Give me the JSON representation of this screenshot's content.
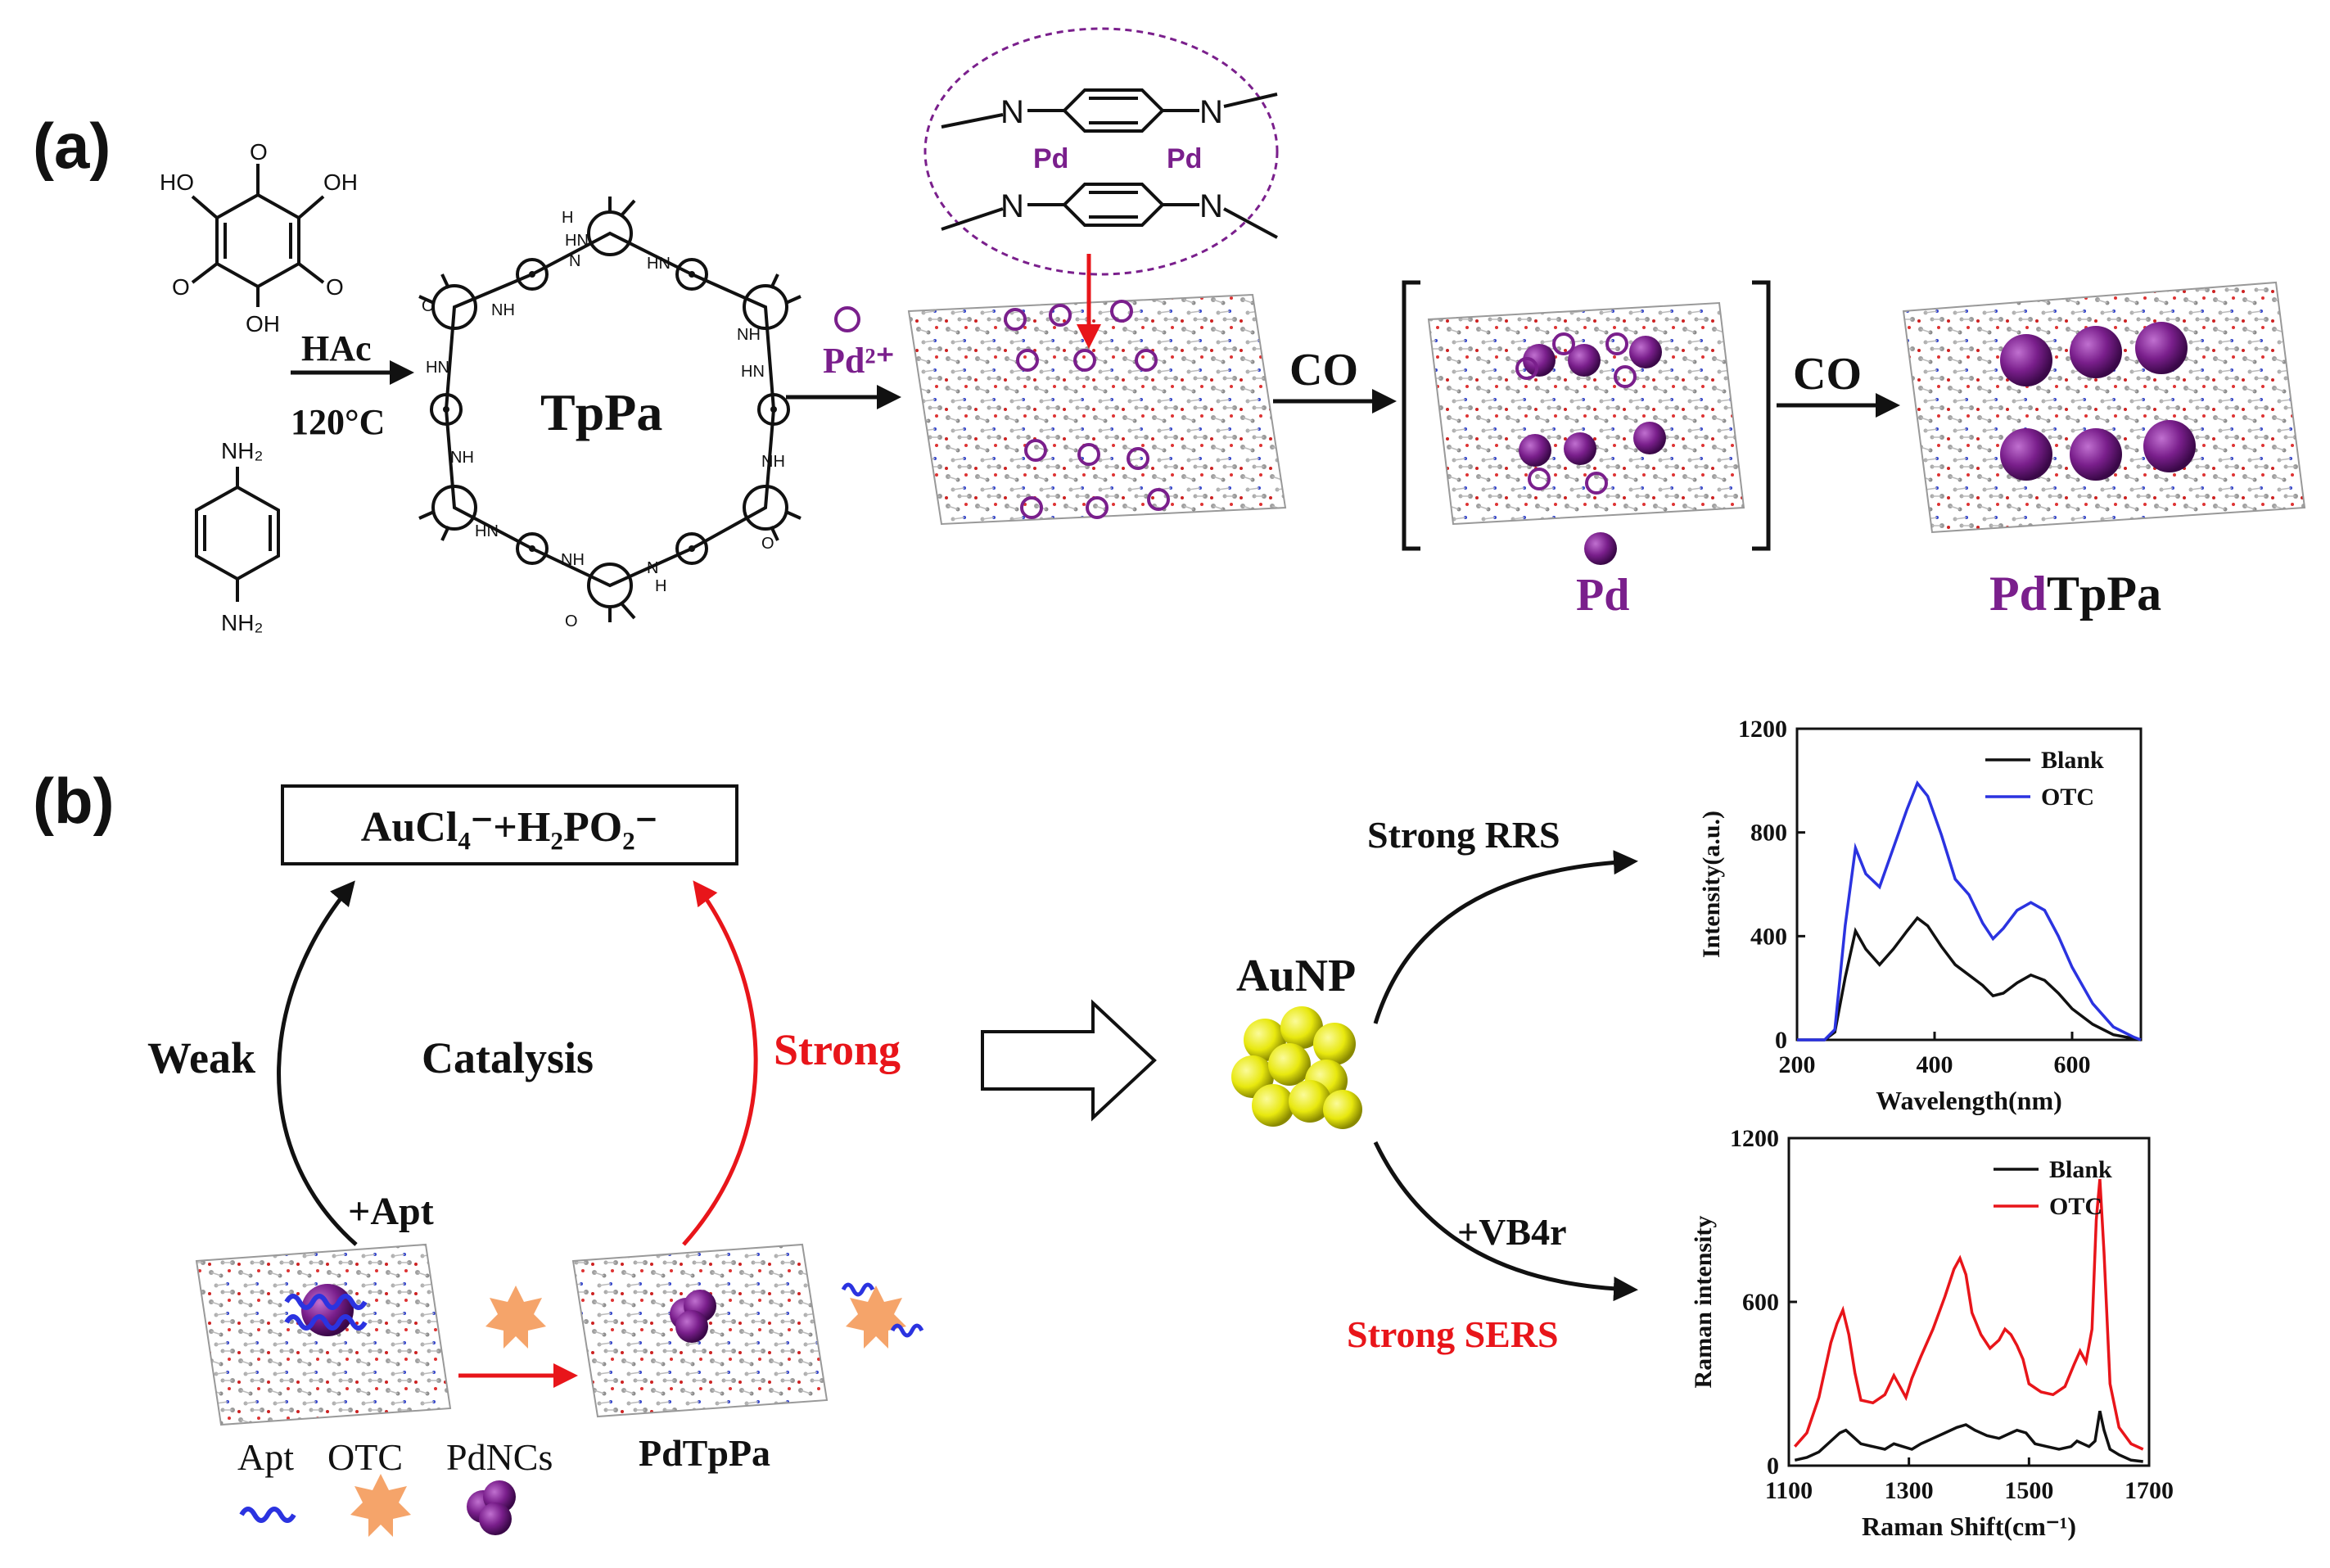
{
  "panels": {
    "a": "(a)",
    "b": "(b)"
  },
  "colors": {
    "purple": "#7a1f8c",
    "red": "#e8151a",
    "blue": "#2b33e0",
    "black": "#111111",
    "gold": "#e8e80e",
    "orange": "#f5a46a",
    "framework": "#9a9a9a"
  },
  "panel_a": {
    "reagents": {
      "top": {
        "ho_left": "HO",
        "oh_right": "OH",
        "oh_bottom": "OH",
        "o_top": "O",
        "o_left": "O",
        "o_right": "O"
      },
      "bottom": {
        "nh2_top": "NH₂",
        "nh2_bottom": "NH₂"
      }
    },
    "conditions": {
      "acid": "HAc",
      "temperature": "120°C"
    },
    "cof_label": "TpPa",
    "cof_groups": {
      "hn": "HN",
      "nh": "NH",
      "n": "N",
      "h": "H",
      "o": "O"
    },
    "ion_label": "Pd²⁺",
    "inset": {
      "pd_left": "Pd",
      "pd_right": "Pd",
      "n": "N"
    },
    "step_reagent": "CO",
    "pd_label": "Pd",
    "product": {
      "prefix": "Pd",
      "suffix": "TpPa"
    }
  },
  "panel_b": {
    "box_label": "AuCl₄⁻+H₂PO₂⁻",
    "weak": "Weak",
    "catalysis": "Catalysis",
    "strong": "Strong",
    "plus_apt": "+Apt",
    "pdtppa": "PdTpPa",
    "legend": {
      "apt": "Apt",
      "otc": "OTC",
      "pdncs": "PdNCs"
    },
    "aunp": "AuNP",
    "strong_rrs": "Strong RRS",
    "plus_vb4r": "+VB4r",
    "strong_sers": "Strong SERS"
  },
  "chart_data": [
    {
      "type": "line",
      "xlabel": "Wavelength(nm)",
      "ylabel": "Intensity(a.u.)",
      "xlim": [
        200,
        700
      ],
      "ylim": [
        0,
        1200
      ],
      "xticks": [
        200,
        400,
        600
      ],
      "yticks": [
        0,
        400,
        800,
        1200
      ],
      "legend_position": "top-right",
      "grid": false,
      "series": [
        {
          "name": "Blank",
          "color": "#111111",
          "x": [
            200,
            240,
            255,
            270,
            285,
            300,
            320,
            340,
            360,
            375,
            390,
            410,
            430,
            450,
            470,
            485,
            500,
            520,
            540,
            560,
            580,
            600,
            630,
            660,
            690,
            700
          ],
          "y": [
            0,
            0,
            30,
            240,
            420,
            350,
            290,
            350,
            420,
            470,
            440,
            360,
            290,
            250,
            210,
            170,
            180,
            220,
            250,
            230,
            180,
            120,
            60,
            20,
            5,
            0
          ]
        },
        {
          "name": "OTC",
          "color": "#2b33e0",
          "x": [
            200,
            240,
            255,
            270,
            285,
            300,
            320,
            340,
            360,
            375,
            390,
            410,
            430,
            450,
            470,
            485,
            500,
            520,
            540,
            560,
            580,
            600,
            630,
            660,
            690,
            700
          ],
          "y": [
            0,
            0,
            40,
            440,
            740,
            640,
            590,
            740,
            890,
            990,
            940,
            790,
            620,
            560,
            450,
            390,
            430,
            500,
            530,
            500,
            400,
            280,
            140,
            50,
            10,
            0
          ]
        }
      ]
    },
    {
      "type": "line",
      "xlabel": "Raman Shift(cm⁻¹)",
      "ylabel": "Raman intensity",
      "xlim": [
        1100,
        1700
      ],
      "ylim": [
        0,
        1200
      ],
      "xticks": [
        1100,
        1300,
        1500,
        1700
      ],
      "yticks": [
        0,
        600,
        1200
      ],
      "legend_position": "top-right",
      "grid": false,
      "series": [
        {
          "name": "Blank",
          "color": "#111111",
          "x": [
            1110,
            1130,
            1150,
            1170,
            1185,
            1195,
            1205,
            1220,
            1240,
            1260,
            1275,
            1290,
            1305,
            1320,
            1340,
            1360,
            1380,
            1395,
            1410,
            1430,
            1450,
            1470,
            1480,
            1495,
            1510,
            1530,
            1550,
            1570,
            1580,
            1590,
            1600,
            1610,
            1618,
            1625,
            1635,
            1650,
            1670,
            1690
          ],
          "y": [
            20,
            30,
            50,
            90,
            120,
            130,
            110,
            80,
            70,
            60,
            80,
            70,
            60,
            80,
            100,
            120,
            140,
            150,
            130,
            110,
            100,
            120,
            130,
            120,
            80,
            70,
            60,
            70,
            90,
            80,
            70,
            90,
            200,
            130,
            60,
            40,
            20,
            15
          ]
        },
        {
          "name": "OTC",
          "color": "#e8151a",
          "x": [
            1110,
            1130,
            1150,
            1170,
            1180,
            1190,
            1200,
            1210,
            1220,
            1240,
            1260,
            1275,
            1285,
            1295,
            1305,
            1320,
            1340,
            1360,
            1375,
            1385,
            1395,
            1405,
            1420,
            1435,
            1450,
            1460,
            1470,
            1480,
            1490,
            1500,
            1520,
            1540,
            1560,
            1575,
            1585,
            1595,
            1605,
            1612,
            1618,
            1625,
            1635,
            1650,
            1670,
            1690
          ],
          "y": [
            70,
            120,
            250,
            450,
            520,
            570,
            480,
            340,
            240,
            230,
            260,
            330,
            290,
            250,
            320,
            400,
            500,
            620,
            720,
            760,
            700,
            560,
            480,
            430,
            460,
            500,
            480,
            440,
            390,
            300,
            270,
            260,
            290,
            370,
            420,
            380,
            500,
            900,
            1050,
            780,
            300,
            140,
            80,
            60
          ]
        }
      ]
    }
  ]
}
